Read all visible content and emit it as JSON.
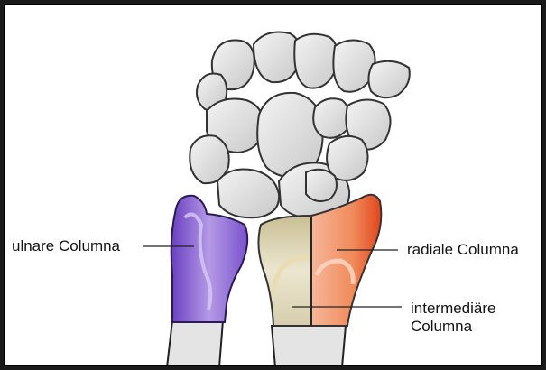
{
  "labels": {
    "ulnar": "ulnare Columna",
    "radial": "radiale Columna",
    "intermediate_line1": "intermediäre",
    "intermediate_line2": "Columna"
  },
  "colors": {
    "ulnar_column": "#9b7ad8",
    "radial_column": "#ee6a3a",
    "intermediate_column": "#d8cfae",
    "bone": "#e7e7e7",
    "bone_outline": "#3a3a3a"
  }
}
